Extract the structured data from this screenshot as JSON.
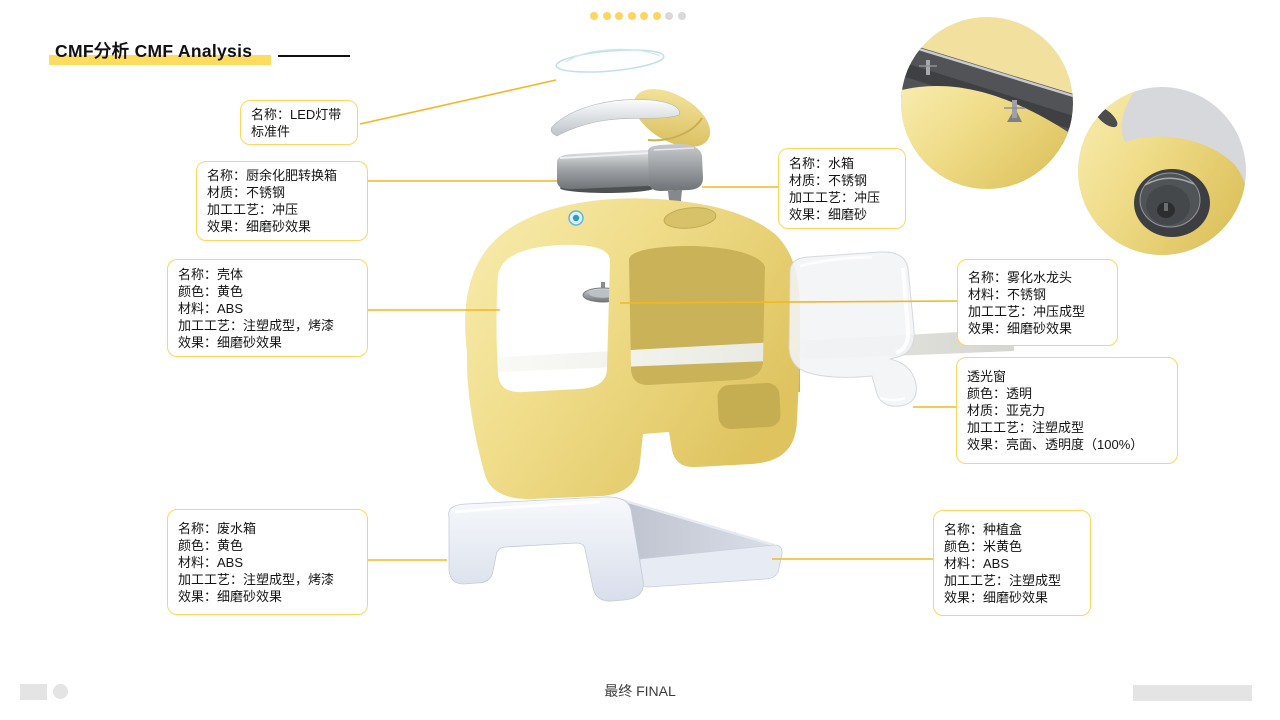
{
  "slide": {
    "title": "CMF分析 CMF Analysis",
    "footer": "最终 FINAL",
    "progress": {
      "total": 8,
      "active": 6
    }
  },
  "callouts": {
    "led": {
      "name": "LED灯带",
      "text": "名称：LED灯带\n标准件"
    },
    "converter": {
      "name": "厨余化肥转换箱",
      "text": "名称：厨余化肥转换箱\n材质：不锈钢\n加工工艺：冲压\n效果：细磨砂效果"
    },
    "shell": {
      "name": "壳体",
      "text": "名称：壳体\n颜色：黄色\n材料：ABS\n加工工艺：注塑成型，烤漆\n效果：细磨砂效果"
    },
    "waste": {
      "name": "废水箱",
      "text": "名称：废水箱\n颜色：黄色\n材料：ABS\n加工工艺：注塑成型，烤漆\n效果：细磨砂效果"
    },
    "tank": {
      "name": "水箱",
      "text": "名称：水箱\n材质：不锈钢\n加工工艺：冲压\n效果：细磨砂"
    },
    "faucet": {
      "name": "雾化水龙头",
      "text": "名称：雾化水龙头\n材料：不锈钢\n加工工艺：冲压成型\n效果：细磨砂效果"
    },
    "window": {
      "name": "透光窗",
      "text": "透光窗\n颜色：透明\n材质：亚克力\n加工工艺：注塑成型\n效果：亮面、透明度（100%）"
    },
    "plant": {
      "name": "种植盒",
      "text": "名称：种植盒\n颜色：米黄色\n材料：ABS\n加工工艺：注塑成型\n效果：细磨砂效果"
    }
  },
  "colors": {
    "callout_border": "#FFD65C",
    "leader_line": "#F2B824",
    "highlight": "#FFDB5E",
    "dot_active": "#FFD45F",
    "dot_inactive": "#D9D9D9",
    "shell_yellow": "#EFD985"
  }
}
